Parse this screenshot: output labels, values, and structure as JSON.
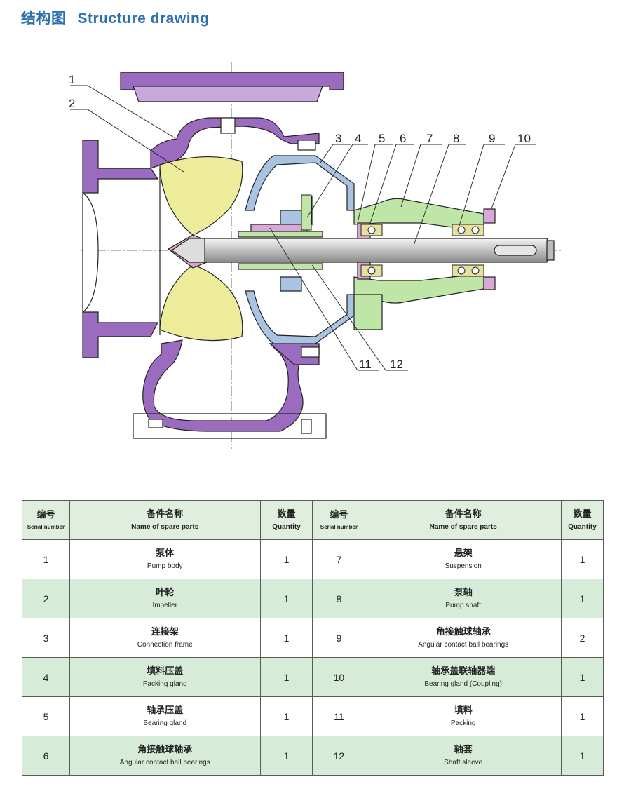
{
  "page": {
    "title_zh": "结构图",
    "title_en": "Structure drawing"
  },
  "drawing": {
    "labels": [
      "1",
      "2",
      "3",
      "4",
      "5",
      "6",
      "7",
      "8",
      "9",
      "10",
      "11",
      "12"
    ]
  },
  "table": {
    "headers": {
      "serial_zh": "编号",
      "serial_en": "Serial number",
      "name_zh": "备件名称",
      "name_en": "Name of spare parts",
      "qty_zh": "数量",
      "qty_en": "Quantity"
    },
    "rows": [
      {
        "left": {
          "no": "1",
          "zh": "泵体",
          "en": "Pump body",
          "qty": "1"
        },
        "right": {
          "no": "7",
          "zh": "悬架",
          "en": "Suspension",
          "qty": "1"
        }
      },
      {
        "left": {
          "no": "2",
          "zh": "叶轮",
          "en": "Impeller",
          "qty": "1"
        },
        "right": {
          "no": "8",
          "zh": "泵轴",
          "en": "Pump shaft",
          "qty": "1"
        }
      },
      {
        "left": {
          "no": "3",
          "zh": "连接架",
          "en": "Connection frame",
          "qty": "1"
        },
        "right": {
          "no": "9",
          "zh": "角接触球轴承",
          "en": "Angular contact ball bearings",
          "qty": "2"
        }
      },
      {
        "left": {
          "no": "4",
          "zh": "填料压盖",
          "en": "Packing gland",
          "qty": "1"
        },
        "right": {
          "no": "10",
          "zh": "轴承盖联轴器端",
          "en": "Bearing gland (Coupling)",
          "qty": "1"
        }
      },
      {
        "left": {
          "no": "5",
          "zh": "轴承压盖",
          "en": "Bearing gland",
          "qty": "1"
        },
        "right": {
          "no": "11",
          "zh": "填料",
          "en": "Packing",
          "qty": "1"
        }
      },
      {
        "left": {
          "no": "6",
          "zh": "角接触球轴承",
          "en": "Angular contact ball bearings",
          "qty": "1"
        },
        "right": {
          "no": "12",
          "zh": "轴套",
          "en": "Shaft sleeve",
          "qty": "1"
        }
      }
    ]
  },
  "colors": {
    "title": "#2d6fb0",
    "pump_body": "#9b6bbf",
    "impeller": "#ecec9a",
    "connection_frame": "#a9c3e3",
    "suspension": "#bfe6a6",
    "bearing_gland": "#d9a8d9",
    "shaft": "#c8c8c8",
    "table_header": "#dfeede",
    "table_alt_row": "#d6ecd8"
  }
}
